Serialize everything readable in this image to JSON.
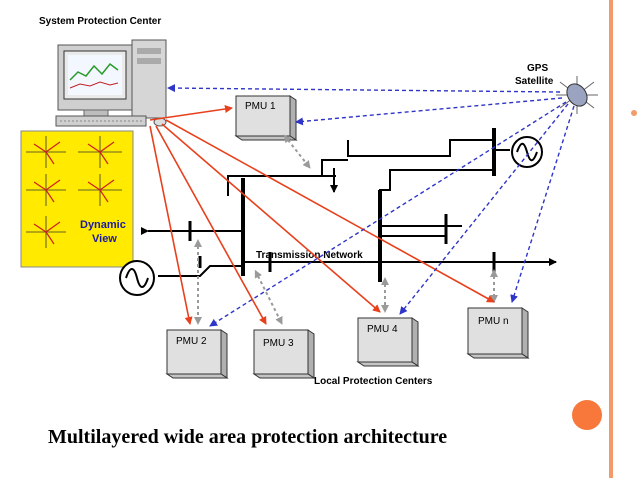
{
  "labels": {
    "system_center": "System Protection Center",
    "gps_line1": "GPS",
    "gps_line2": "Satellite",
    "pmu1": "PMU 1",
    "pmu2": "PMU 2",
    "pmu3": "PMU 3",
    "pmu4": "PMU 4",
    "pmun": "PMU n",
    "transmission": "Transmission Network",
    "local_centers": "Local Protection Centers",
    "dynamic_line1": "Dynamic",
    "dynamic_line2": "View"
  },
  "caption": "Multilayered wide area protection architecture",
  "colors": {
    "red_link": "#e8401c",
    "blue_link": "#2f35c8",
    "gray_link": "#9a9a9a",
    "panel_yellow": "#ffea00",
    "accent": "#f7783a"
  }
}
